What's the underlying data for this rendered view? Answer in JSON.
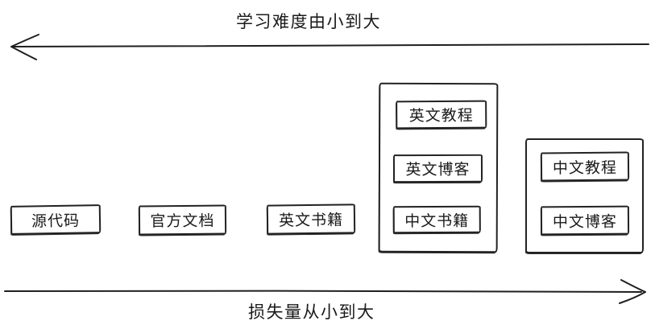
{
  "axes": {
    "top": {
      "label": "学习难度由小到大",
      "direction": "left"
    },
    "bottom": {
      "label": "损失量从小到大",
      "direction": "right"
    }
  },
  "colors": {
    "stroke": "#1f1f1f",
    "text": "#1a1a1a",
    "background": "#ffffff"
  },
  "boxes": [
    {
      "label": "源代码"
    },
    {
      "label": "官方文档"
    },
    {
      "label": "英文书籍"
    }
  ],
  "groups": [
    {
      "items": [
        {
          "label": "英文教程"
        },
        {
          "label": "英文博客"
        },
        {
          "label": "中文书籍"
        }
      ]
    },
    {
      "items": [
        {
          "label": "中文教程"
        },
        {
          "label": "中文博客"
        }
      ]
    }
  ]
}
